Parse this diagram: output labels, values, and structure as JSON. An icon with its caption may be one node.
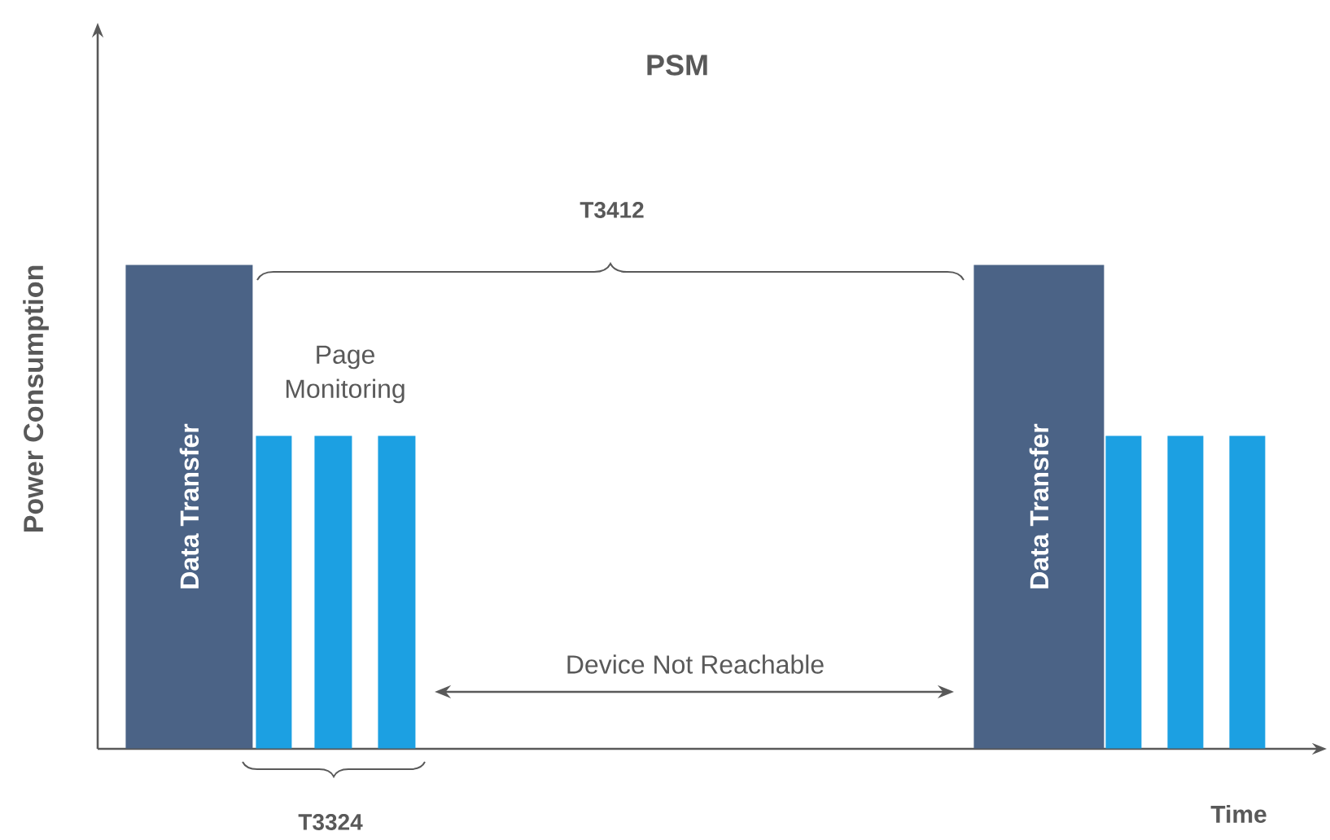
{
  "diagram": {
    "title": "PSM",
    "nodes": [
      {
        "text": [
          "Data Transfer"
        ]
      },
      {
        "text": [],
        "shape": "bar"
      },
      {
        "text": [],
        "shape": "bar"
      },
      {
        "text": [],
        "shape": "bar"
      },
      {
        "text": [
          "Data Transfer"
        ]
      },
      {
        "text": [],
        "shape": "bar"
      },
      {
        "text": [],
        "shape": "bar"
      },
      {
        "text": [],
        "shape": "bar"
      }
    ],
    "edges": [],
    "labels": [
      "T3412",
      "Page Monitoring",
      "Device Not Reachable",
      "T3324",
      "Power Consumption",
      "Time"
    ]
  }
}
